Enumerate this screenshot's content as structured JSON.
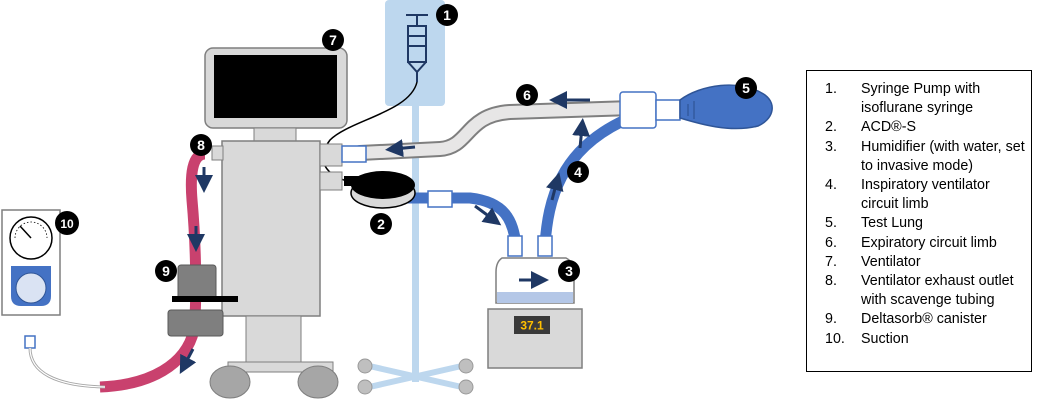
{
  "legend": {
    "items": [
      {
        "num": "1.",
        "text": "Syringe Pump with isoflurane syringe"
      },
      {
        "num": "2.",
        "text": "ACD®-S"
      },
      {
        "num": "3.",
        "text": "Humidifier (with water, set to invasive mode)"
      },
      {
        "num": "4.",
        "text": "Inspiratory ventilator circuit limb"
      },
      {
        "num": "5.",
        "text": "Test Lung"
      },
      {
        "num": "6.",
        "text": "Expiratory circuit limb"
      },
      {
        "num": "7.",
        "text": "Ventilator"
      },
      {
        "num": "8.",
        "text": "Ventilator exhaust outlet with scavenge tubing"
      },
      {
        "num": "9.",
        "text": "Deltasorb® canister"
      },
      {
        "num": "10.",
        "text": "Suction"
      }
    ]
  },
  "markers": {
    "m1": "1",
    "m2": "2",
    "m3": "3",
    "m4": "4",
    "m5": "5",
    "m6": "6",
    "m7": "7",
    "m8": "8",
    "m9": "9",
    "m10": "10"
  },
  "humidifier_display": "37.1",
  "colors": {
    "iv_pole": "#bdd7ee",
    "blue_tube": "#4472c4",
    "pink_tube": "#c9416e",
    "arrow": "#1f3864",
    "device_gray": "#d9d9d9",
    "dark_gray": "#7f7f7f",
    "display_bg": "#3a3a3a",
    "display_text": "#ffc000"
  },
  "icons": [
    "syringe-icon",
    "arrow-icon",
    "pressure-gauge-icon"
  ]
}
